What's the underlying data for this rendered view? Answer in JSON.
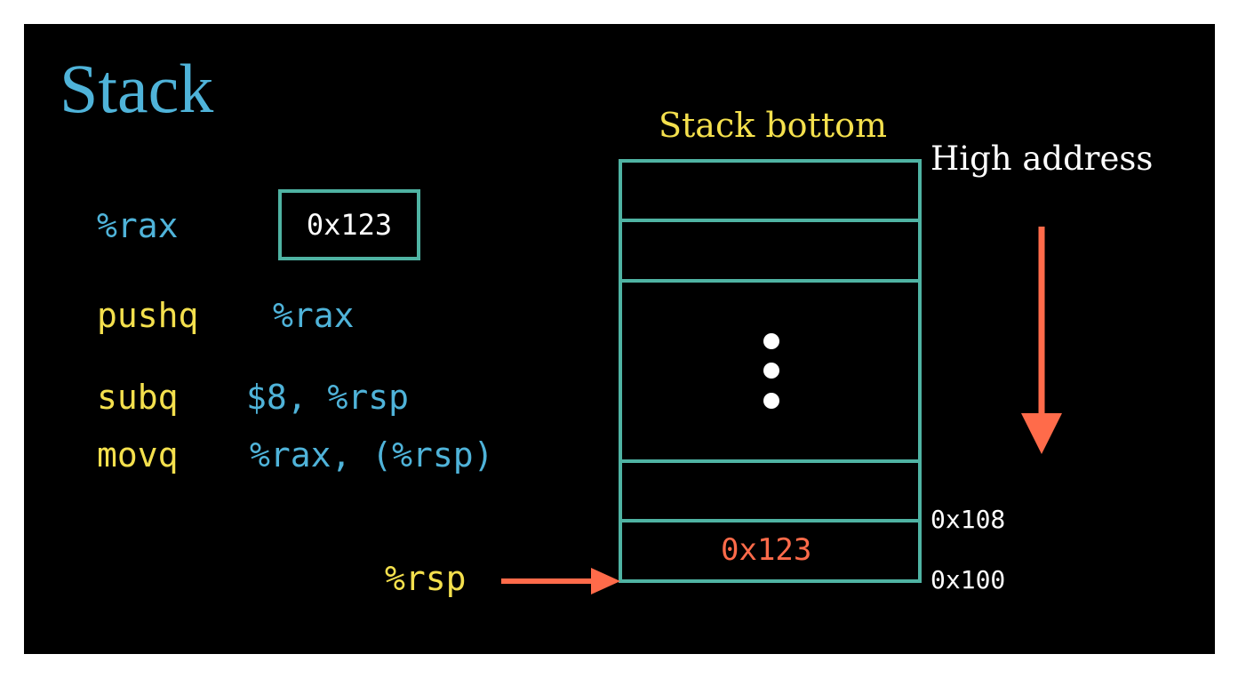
{
  "title": "Stack",
  "register": {
    "name": "%rax",
    "value": "0x123"
  },
  "instructions": {
    "pushq": {
      "op": "pushq",
      "operand": "%rax"
    },
    "subq": {
      "op": "subq",
      "operand": "$8, %rsp"
    },
    "movq": {
      "op": "movq",
      "operand": "%rax, (%rsp)"
    }
  },
  "stack": {
    "bottom_label": "Stack bottom",
    "high_label": "High address",
    "top_cell_value": "0x123",
    "addr_upper": "0x108",
    "addr_lower": "0x100",
    "pointer_label": "%rsp"
  },
  "colors": {
    "teal": "#4fb3a3",
    "blue": "#4fb3d9",
    "yellow": "#f4e04d",
    "red": "#ff6b4a"
  }
}
